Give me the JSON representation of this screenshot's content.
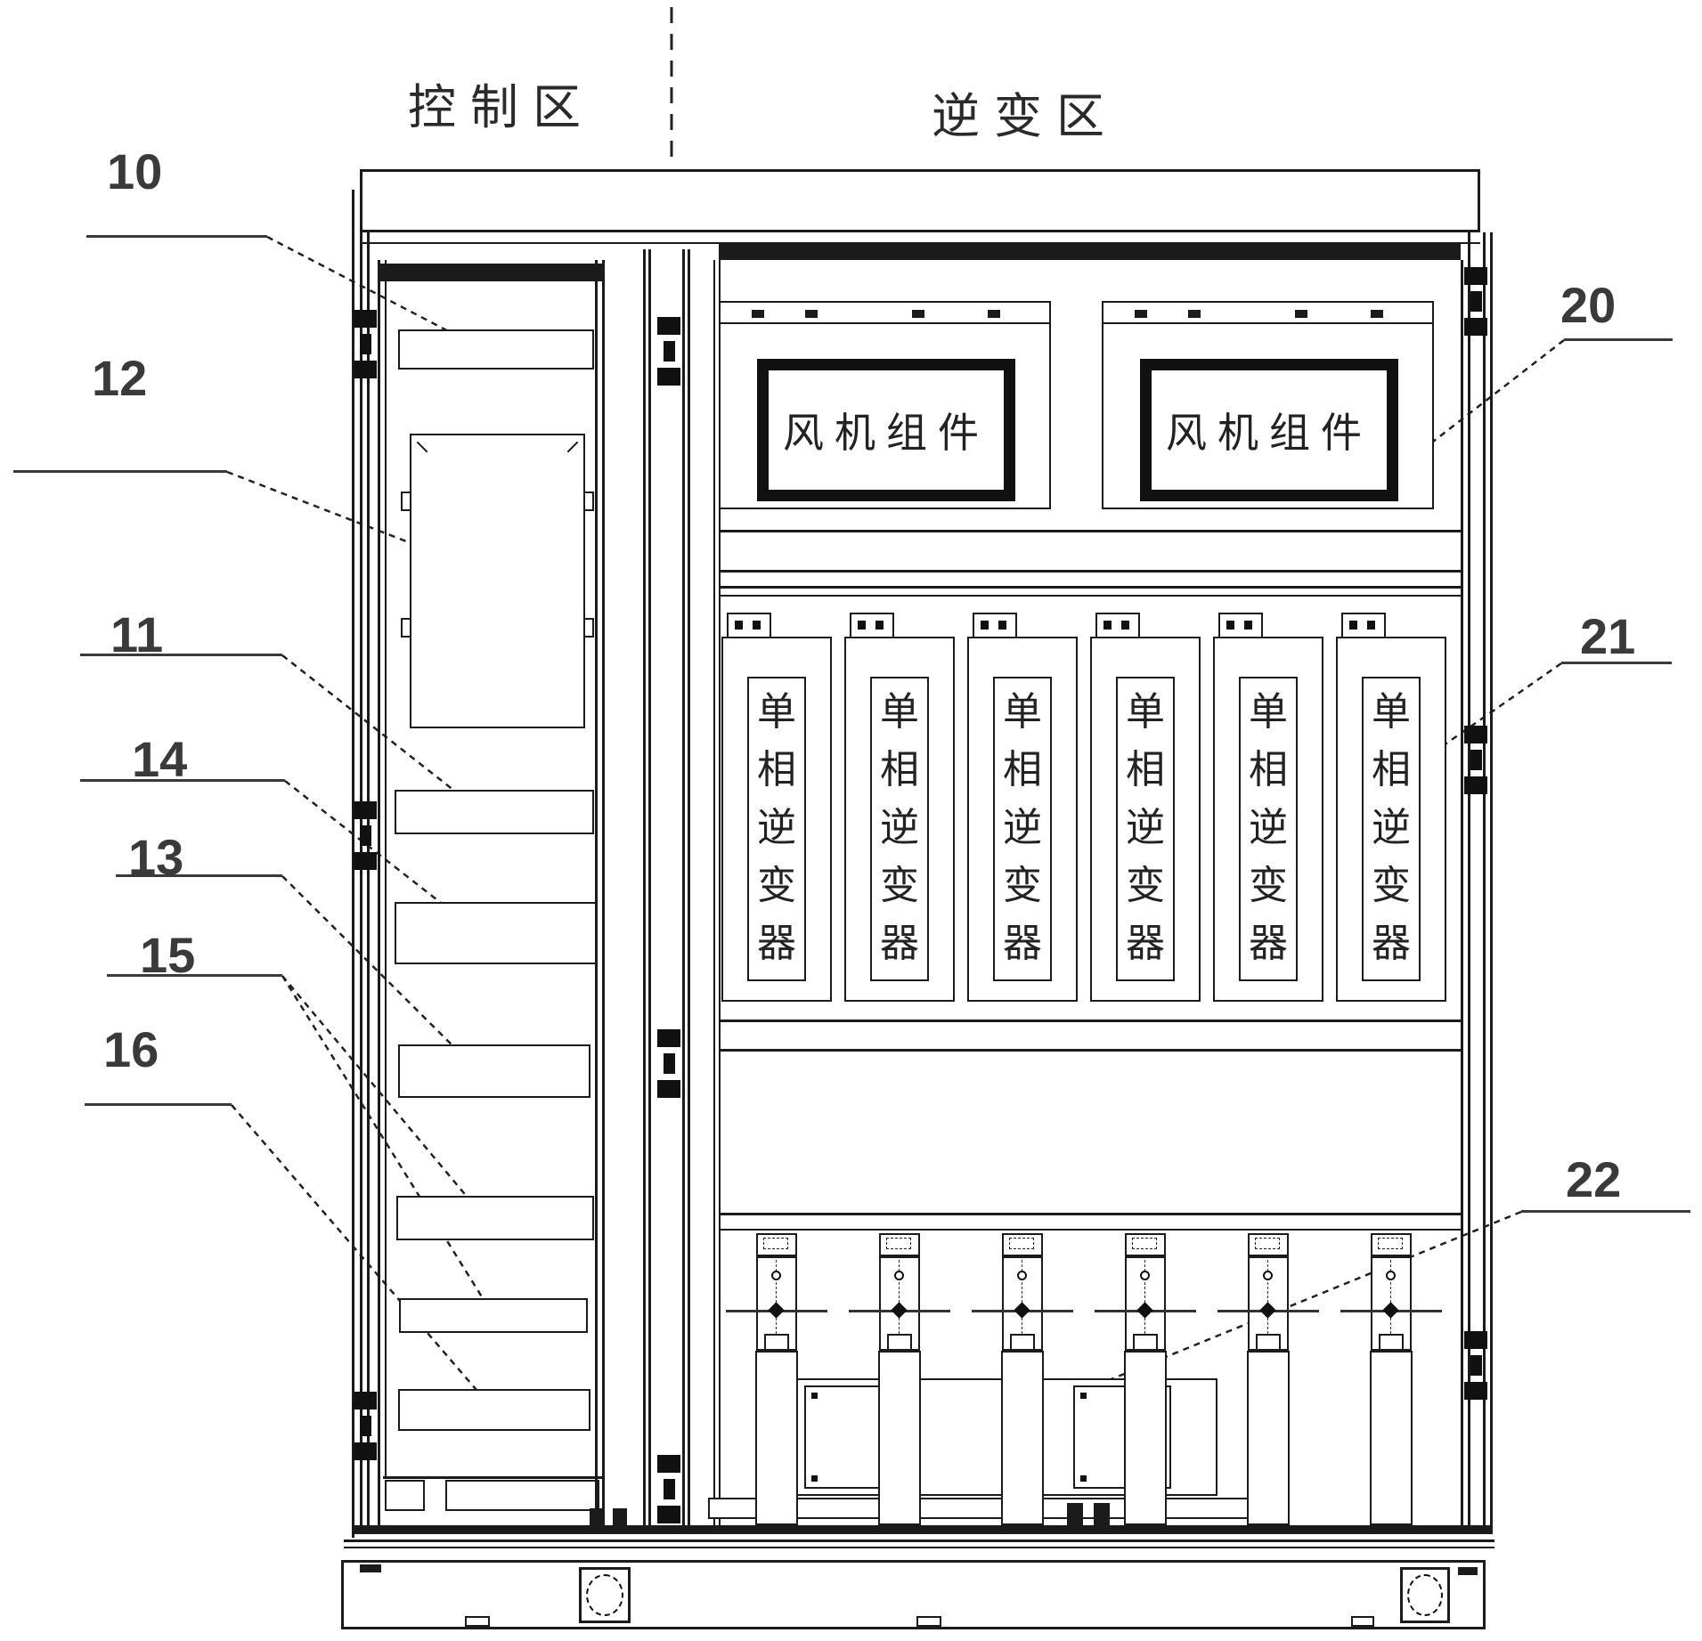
{
  "figure": {
    "type": "patent-cabinet-front-view",
    "zones": {
      "control_label": "控制区",
      "inverter_label": "逆变区"
    },
    "fan_units": [
      {
        "label": "风机组件"
      },
      {
        "label": "风机组件"
      }
    ],
    "inverter_modules": {
      "count": 6,
      "label": "单相逆变器",
      "label_chars": [
        "单",
        "相",
        "逆",
        "变",
        "器"
      ]
    },
    "callouts": {
      "c10": {
        "label": "10"
      },
      "c11": {
        "label": "11"
      },
      "c12": {
        "label": "12"
      },
      "c13": {
        "label": "13"
      },
      "c14": {
        "label": "14"
      },
      "c15": {
        "label": "15"
      },
      "c16": {
        "label": "16"
      },
      "c20": {
        "label": "20"
      },
      "c21": {
        "label": "21"
      },
      "c22": {
        "label": "22"
      }
    },
    "colors": {
      "background": "#ffffff",
      "line": "#1b1b1b",
      "text": "#2b2b2b"
    }
  }
}
